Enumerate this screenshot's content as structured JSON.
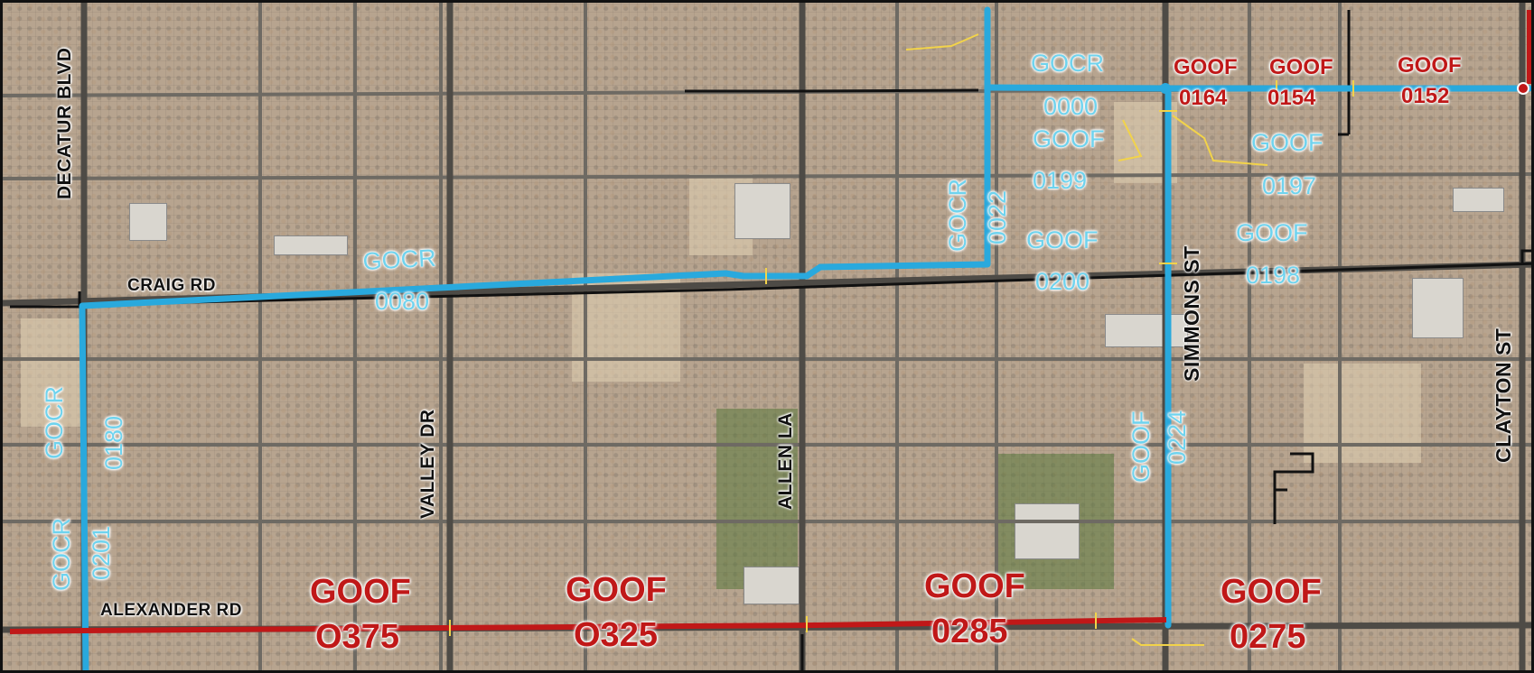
{
  "streets": {
    "decatur": "DECATUR BLVD",
    "craig": "CRAIG RD",
    "valley": "VALLEY DR",
    "allen": "ALLEN LA",
    "simmons": "SIMMONS ST",
    "clayton": "CLAYTON ST",
    "alexander": "ALEXANDER RD"
  },
  "segments": {
    "gocr_0080": [
      "GOCR",
      "0080"
    ],
    "gocr_0022": [
      "GOCR",
      "0022"
    ],
    "gocr_0000": [
      "GOCR",
      "0000"
    ],
    "goof_0199": [
      "GOOF",
      "0199"
    ],
    "goof_0200": [
      "GOOF",
      "0200"
    ],
    "goof_0197": [
      "GOOF",
      "0197"
    ],
    "goof_0198": [
      "GOOF",
      "0198"
    ],
    "goof_0224": [
      "GOOF",
      "0224"
    ],
    "gocr_0180": [
      "GOCR",
      "0180"
    ],
    "gocr_0201": [
      "GOCR",
      "0201"
    ],
    "goof_0164": [
      "GOOF",
      "0164"
    ],
    "goof_0154": [
      "GOOF",
      "0154"
    ],
    "goof_0152": [
      "GOOF",
      "0152"
    ],
    "goof_o375": [
      "GOOF",
      "O375"
    ],
    "goof_o325": [
      "GOOF",
      "O325"
    ],
    "goof_0285": [
      "GOOF",
      "0285"
    ],
    "goof_0275": [
      "GOOF",
      "0275"
    ]
  },
  "colors": {
    "blue_route": "#29a9dd",
    "red_route": "#c01818",
    "blue_label": "#6fd3ee",
    "red_label": "#c01818",
    "boundary": "#111111",
    "yellow_tick": "#f2d34a"
  }
}
